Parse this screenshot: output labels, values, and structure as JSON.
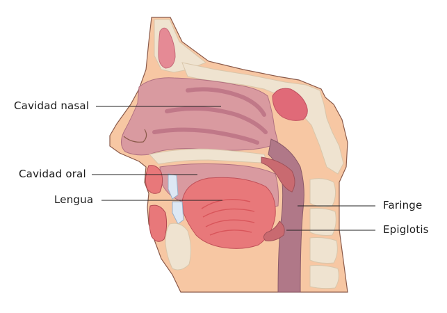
{
  "labels": {
    "cavidad_nasal": "Cavidad nasal",
    "cavidad_oral": "Cavidad oral",
    "lengua": "Lengua",
    "faringe": "Faringe",
    "epiglotis": "Epiglotis"
  },
  "colors": {
    "skin": "#f7c7a3",
    "skin_outline": "#8a5a4a",
    "bone": "#efe3d0",
    "bone_line": "#d9c6aa",
    "mucosa": "#d99aa0",
    "mucosa_light": "#ecc0c0",
    "tongue": "#e8787a",
    "tongue_dark": "#d8555a",
    "pharynx": "#b07888",
    "leader_line": "#222222"
  }
}
